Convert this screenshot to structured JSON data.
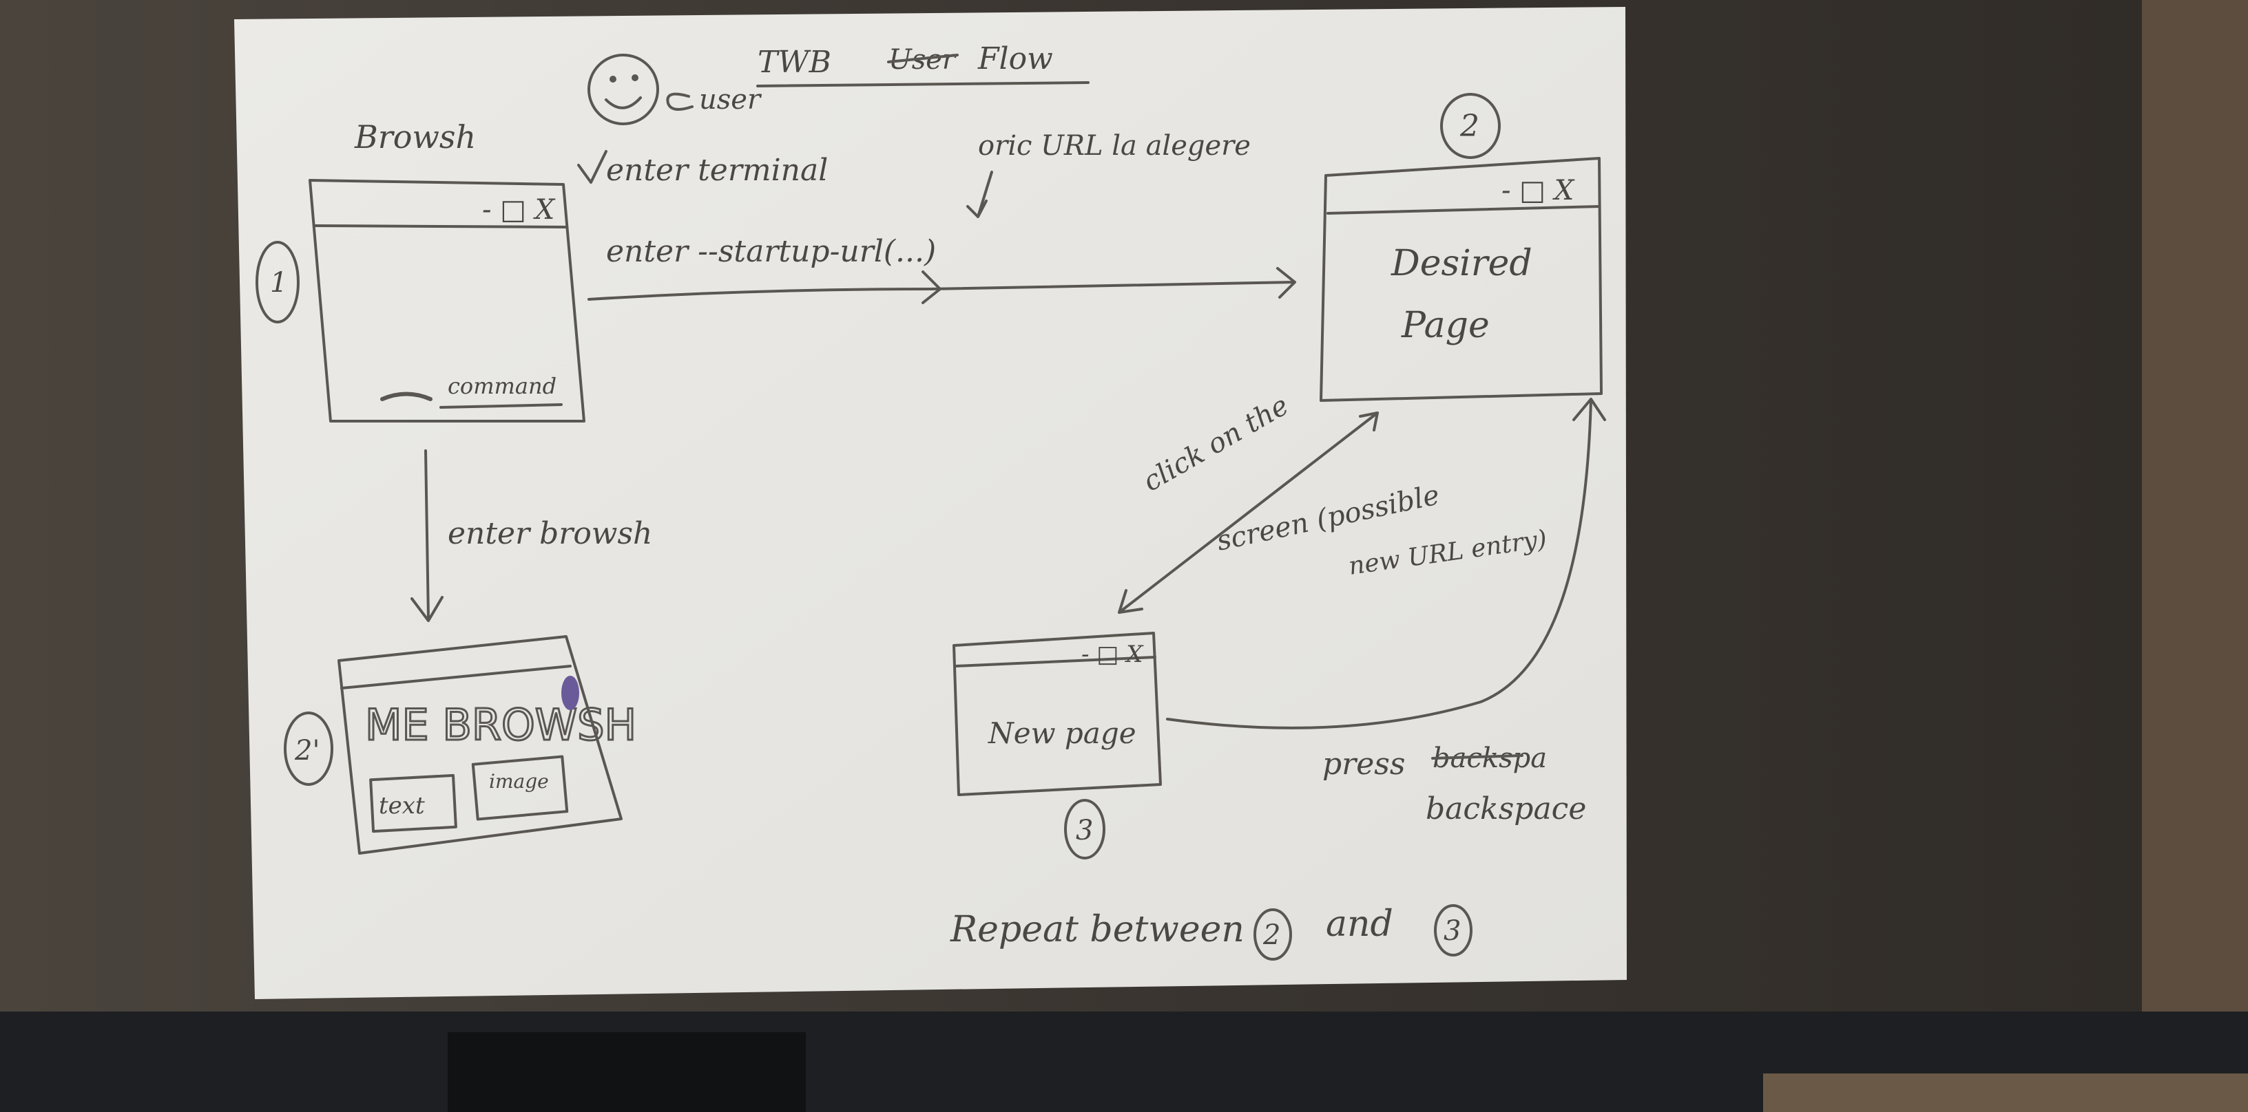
{
  "title": "TWB",
  "title_struck": "User",
  "title_flow": "Flow",
  "user_label": "user",
  "enter_terminal": "enter terminal",
  "url_note": "oric URL la alegere",
  "startup_cmd": "enter --startup-url(...)",
  "browsh_label": "Browsh",
  "command_label": "command",
  "enter_browsh": "enter browsh",
  "step_1": "1",
  "step_2": "2",
  "step_2_prime": "2'",
  "step_3": "3",
  "desired_page": [
    "Desired",
    "Page"
  ],
  "new_page": "New page",
  "browsh_logo": "ME BROWSH",
  "text_box": "text",
  "image_box": "image",
  "click_note": [
    "click on the",
    "screen (possible",
    "new URL entry)"
  ],
  "press_struck": "backspa",
  "press_note": [
    "press",
    "backspace"
  ],
  "repeat_note": [
    "Repeat between",
    "and"
  ],
  "window_controls": "- □ X",
  "colors": {
    "paper": "#e9e8e4",
    "ink": "#5a5752",
    "desk": "#3e3934",
    "purple_dot": "#6b5a9a"
  }
}
